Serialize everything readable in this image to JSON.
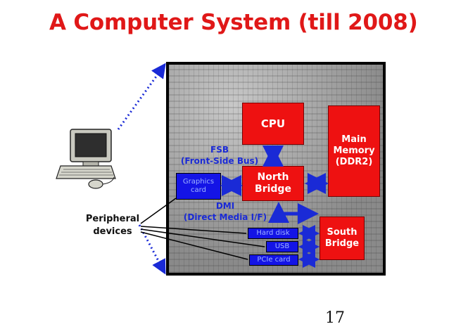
{
  "title": "A Computer System (till 2008)",
  "components": {
    "cpu": "CPU",
    "main_memory": [
      "Main",
      "Memory",
      "(DDR2)"
    ],
    "north_bridge": [
      "North",
      "Bridge"
    ],
    "south_bridge": [
      "South",
      "Bridge"
    ],
    "graphics_card": [
      "Graphics",
      "card"
    ],
    "hard_disk": "Hard disk",
    "usb": "USB",
    "pcie_card": "PCIe card"
  },
  "labels": {
    "fsb": [
      "FSB",
      "(Front-Side Bus)"
    ],
    "dmi": [
      "DMI",
      "(Direct Media I/F)"
    ],
    "peripheral": [
      "Peripheral",
      "devices"
    ]
  },
  "page_number": "17",
  "colors": {
    "title": "#e01818",
    "red_box": "#ee1111",
    "blue_box": "#1414e6",
    "arrow": "#1a2ad6"
  }
}
